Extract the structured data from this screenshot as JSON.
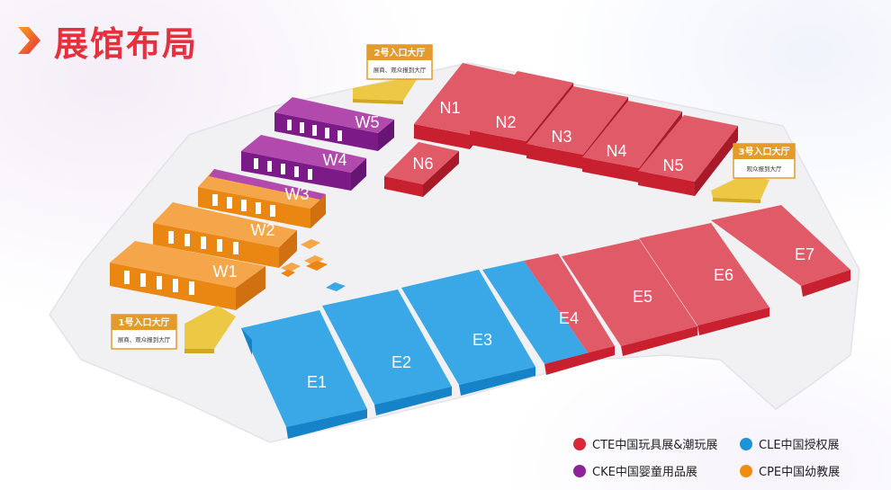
{
  "title": "展馆布局",
  "halls": {
    "N1": "N1",
    "N2": "N2",
    "N3": "N3",
    "N4": "N4",
    "N5": "N5",
    "N6": "N6",
    "W1": "W1",
    "W2": "W2",
    "W3": "W3",
    "W4": "W4",
    "W5": "W5",
    "E1": "E1",
    "E2": "E2",
    "E3": "E3",
    "E4": "E4",
    "E5": "E5",
    "E6": "E6",
    "E7": "E7"
  },
  "entrances": [
    {
      "title": "2号入口大厅",
      "sub": "展商、观众报到大厅"
    },
    {
      "title": "3号入口大厅",
      "sub": "观众报到大厅"
    },
    {
      "title": "1号入口大厅",
      "sub": "展商、观众报到大厅"
    }
  ],
  "legend": [
    {
      "label": "CTE中国玩具展&潮玩展",
      "color": "#d8283a"
    },
    {
      "label": "CLE中国授权展",
      "color": "#1e94d8"
    },
    {
      "label": "CKE中国婴童用品展",
      "color": "#8c2398"
    },
    {
      "label": "CPE中国幼教展",
      "color": "#f08c10"
    }
  ],
  "colors": {
    "red_top": "#e05a68",
    "red_side": "#c8202e",
    "blue_top": "#3aa8e6",
    "blue_side": "#1683c8",
    "purple_top": "#b24aae",
    "purple_side": "#7c1a88",
    "orange_top": "#f6a64a",
    "orange_side": "#ea8612",
    "yellow_top": "#ecc844",
    "yellow_side": "#d2a820"
  }
}
